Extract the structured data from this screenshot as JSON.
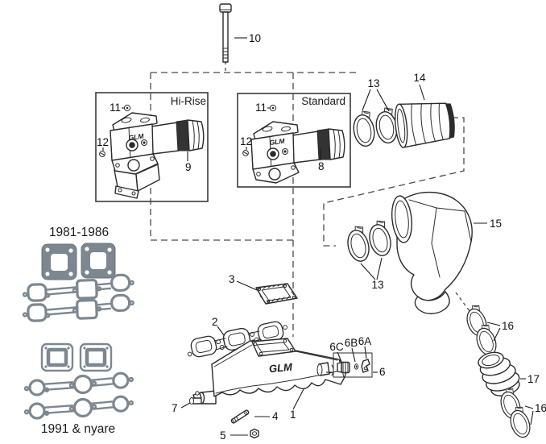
{
  "diagram": {
    "brand_logo": "GLM",
    "boxes": {
      "hi_rise": "Hi-Rise",
      "standard": "Standard"
    },
    "eras": {
      "early": "1981-1986",
      "late": "1991 & nyare"
    },
    "callouts": {
      "manifold": "1",
      "manifold_gasket": "2",
      "plate": "3",
      "stud": "4",
      "nut": "5",
      "fitting_kit": "6",
      "fitting_a": "6A",
      "fitting_b": "6B",
      "fitting_c": "6C",
      "plug": "7",
      "standard_riser": "8",
      "hi_rise_riser": "9",
      "bolt": "10",
      "riser_nut": "11",
      "riser_bolt": "12",
      "hose_clamp": "13",
      "exhaust_hose": "14",
      "exhaust_pipe": "15",
      "bellows_clamp": "16",
      "bellows": "17"
    },
    "colors": {
      "ink": "#2b2b2b",
      "gasket_gray": "#7d8790",
      "background": "#ffffff"
    }
  }
}
